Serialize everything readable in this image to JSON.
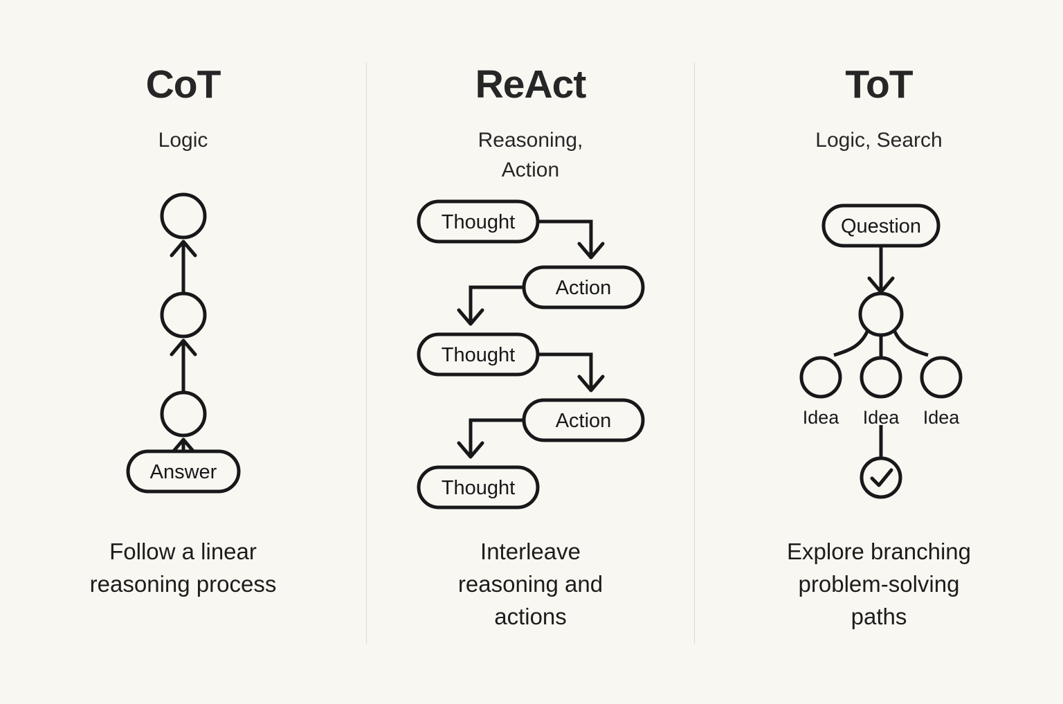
{
  "canvas": {
    "background_color": "#f9f7f2",
    "ink_color": "#18181a",
    "divider_color": "#ded9d1"
  },
  "columns": [
    {
      "id": "cot",
      "title": "CoT",
      "subtitle": "Logic",
      "caption": "Follow a linear\nreasoning process",
      "diagram": {
        "type": "linear-chain",
        "nodes": [
          "Answer",
          "",
          "",
          ""
        ],
        "terminal_label": "Answer",
        "circle_count": 3,
        "arrow_direction": "up"
      }
    },
    {
      "id": "react",
      "title": "ReAct",
      "subtitle": "Reasoning,\nAction",
      "caption": "Interleave\nreasoning and\nactions",
      "diagram": {
        "type": "zigzag-flow",
        "steps": [
          {
            "label": "Thought",
            "side": "left"
          },
          {
            "label": "Action",
            "side": "right"
          },
          {
            "label": "Thought",
            "side": "left"
          },
          {
            "label": "Action",
            "side": "right"
          },
          {
            "label": "Thought",
            "side": "left"
          }
        ]
      }
    },
    {
      "id": "tot",
      "title": "ToT",
      "subtitle": "Logic, Search",
      "caption": "Explore branching\nproblem-solving\npaths",
      "diagram": {
        "type": "tree",
        "root_label": "Question",
        "leaf_labels": [
          "Idea",
          "Idea",
          "Idea"
        ],
        "selected_leaf_index": 1,
        "result_icon": "check-icon"
      }
    }
  ]
}
